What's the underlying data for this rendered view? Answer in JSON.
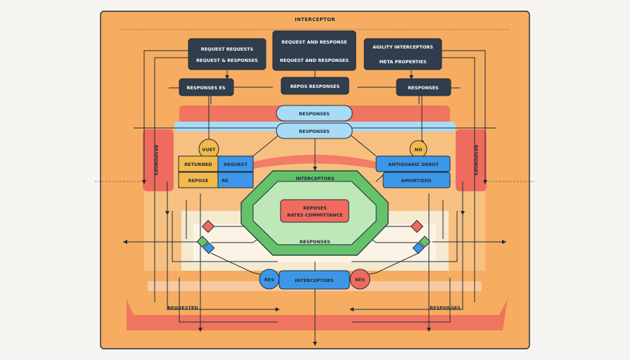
{
  "diagram": {
    "title": "INTERCEPTOR",
    "top_boxes": {
      "left_line1": "REQUEST REQUESTS",
      "left_line2": "REQUEST & RESPONSES",
      "center_line1": "REQUEST AND RESPONSE",
      "center_line2": "REQUEST AND RESPONSES",
      "right_line1": "AGILITY INTERCEPTORS",
      "right_line2": "META PROPERTIES"
    },
    "second_row": {
      "left": "RESPONSES ES",
      "center": "REPOS RESPONSES",
      "right": "RESPONSES"
    },
    "pills": {
      "upper": "RESPONSES",
      "lower": "RESPONSES"
    },
    "side_bars": {
      "left": "RESPONSES",
      "right": "RESPONSES"
    },
    "circles": {
      "left_top": "VUET",
      "right_top": "NO",
      "left_bottom": "RES",
      "right_bottom": "RES"
    },
    "left_panel": {
      "row1_a": "RETURNED",
      "row1_b": "REQUEST",
      "row2_a": "REPOSE",
      "row2_b": "RE"
    },
    "right_panel": {
      "row1": "ANTIQUARIC DEBUT",
      "row2": "AMORTIZED"
    },
    "core": {
      "ring_top": "INTERCEPTORS",
      "center_line1": "REPOSES",
      "center_line2": "RATES COMMITTANCE",
      "ring_bottom": "RESPONSES"
    },
    "bottom_box": "INTERCEPTORS",
    "footer": {
      "left": "REQUESTED",
      "right": "RESPONSES"
    },
    "colors": {
      "background": "#f7f5f2",
      "frame": "#f6ad62",
      "dark": "#2f3d4d",
      "blue": "#3d97e8",
      "light_blue": "#a8dbf6",
      "green": "#63c26a",
      "light_green": "#bfe8b9",
      "red": "#ef6b5e",
      "yellow": "#f2b94b",
      "cream": "#f5e9cf"
    }
  }
}
